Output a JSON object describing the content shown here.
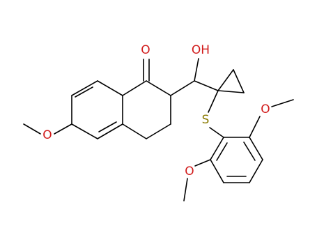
{
  "molecule": {
    "atom_labels": {
      "carbonyl_oxygen": "O",
      "hydroxyl": "OH",
      "sulfur": "S",
      "methoxy_oxygen_left": "O",
      "methoxy_oxygen_top_right": "O",
      "methoxy_oxygen_bottom": "O"
    },
    "colors": {
      "bond": "#000000",
      "oxygen": "#d11a1a",
      "sulfur": "#8a7a00"
    }
  }
}
